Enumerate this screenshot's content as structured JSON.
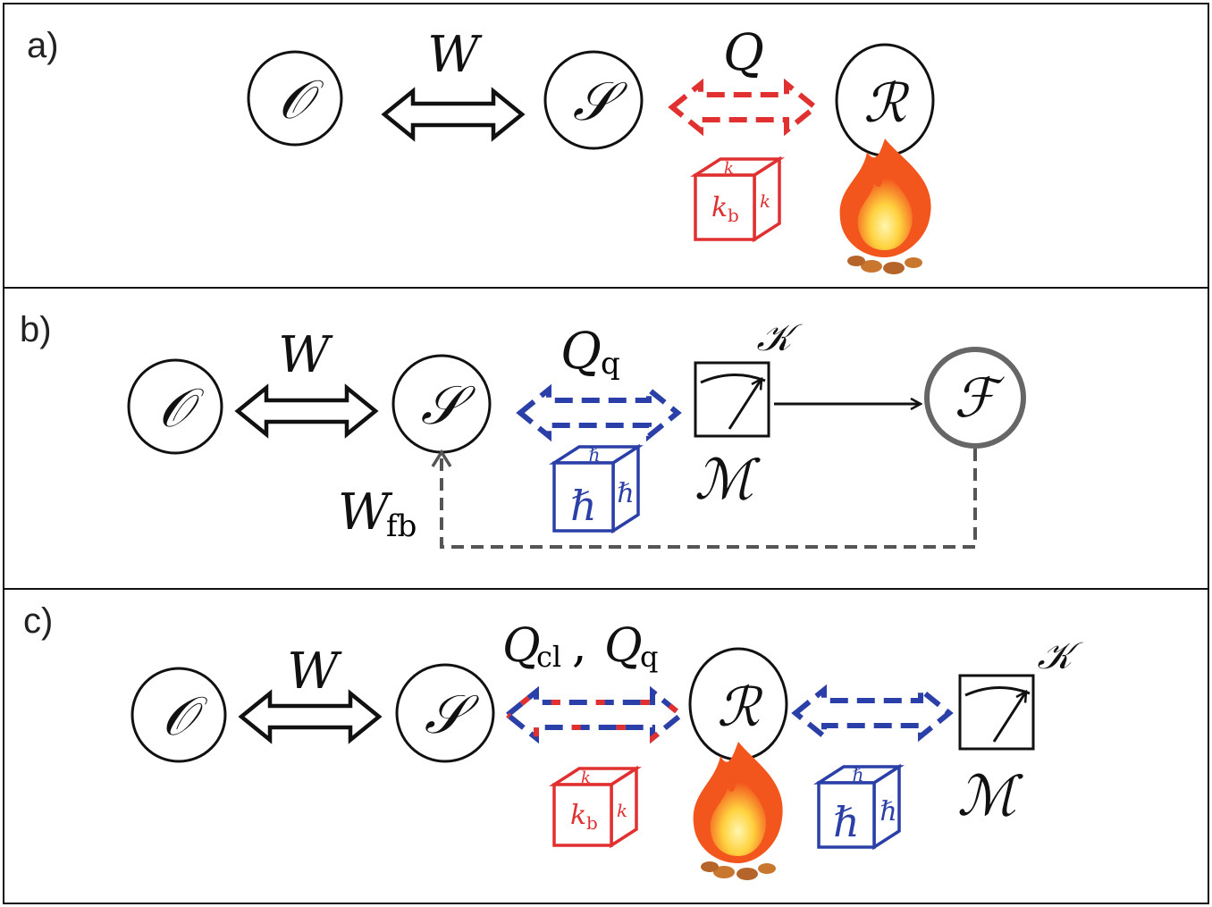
{
  "panels": [
    {
      "label": "a)",
      "nodes": {
        "observer": "𝒪",
        "system": "𝒮",
        "reservoir": "ℛ"
      },
      "links": {
        "work": "W",
        "heat": "Q"
      },
      "boxes": {
        "kb": "k",
        "kb_sub": "b"
      }
    },
    {
      "label": "b)",
      "nodes": {
        "observer": "𝒪",
        "system": "𝒮",
        "feedback": "ℱ",
        "meter": "ℳ",
        "kappa": "𝒦"
      },
      "links": {
        "work": "W",
        "heat": "Q",
        "heat_sub": "q",
        "feedback_work": "W",
        "feedback_work_sub": "fb"
      },
      "boxes": {
        "hbar": "ℏ"
      }
    },
    {
      "label": "c)",
      "nodes": {
        "observer": "𝒪",
        "system": "𝒮",
        "reservoir": "ℛ",
        "meter": "ℳ",
        "kappa": "𝒦"
      },
      "links": {
        "work": "W",
        "heat1": "Q",
        "heat1_sub": "cl",
        "comma": ",",
        "heat2": "Q",
        "heat2_sub": "q"
      },
      "boxes": {
        "kb": "k",
        "kb_sub": "b",
        "hbar": "ℏ"
      }
    }
  ],
  "colors": {
    "classical": "#e03030",
    "quantum": "#2b3fa8",
    "feedback": "#555555",
    "flame_outer": "#f2561d",
    "flame_inner": "#ffd23f"
  },
  "icons": [
    "double-arrow-icon",
    "dashed-double-arrow-icon",
    "fire-icon",
    "cube-icon",
    "meter-icon"
  ]
}
